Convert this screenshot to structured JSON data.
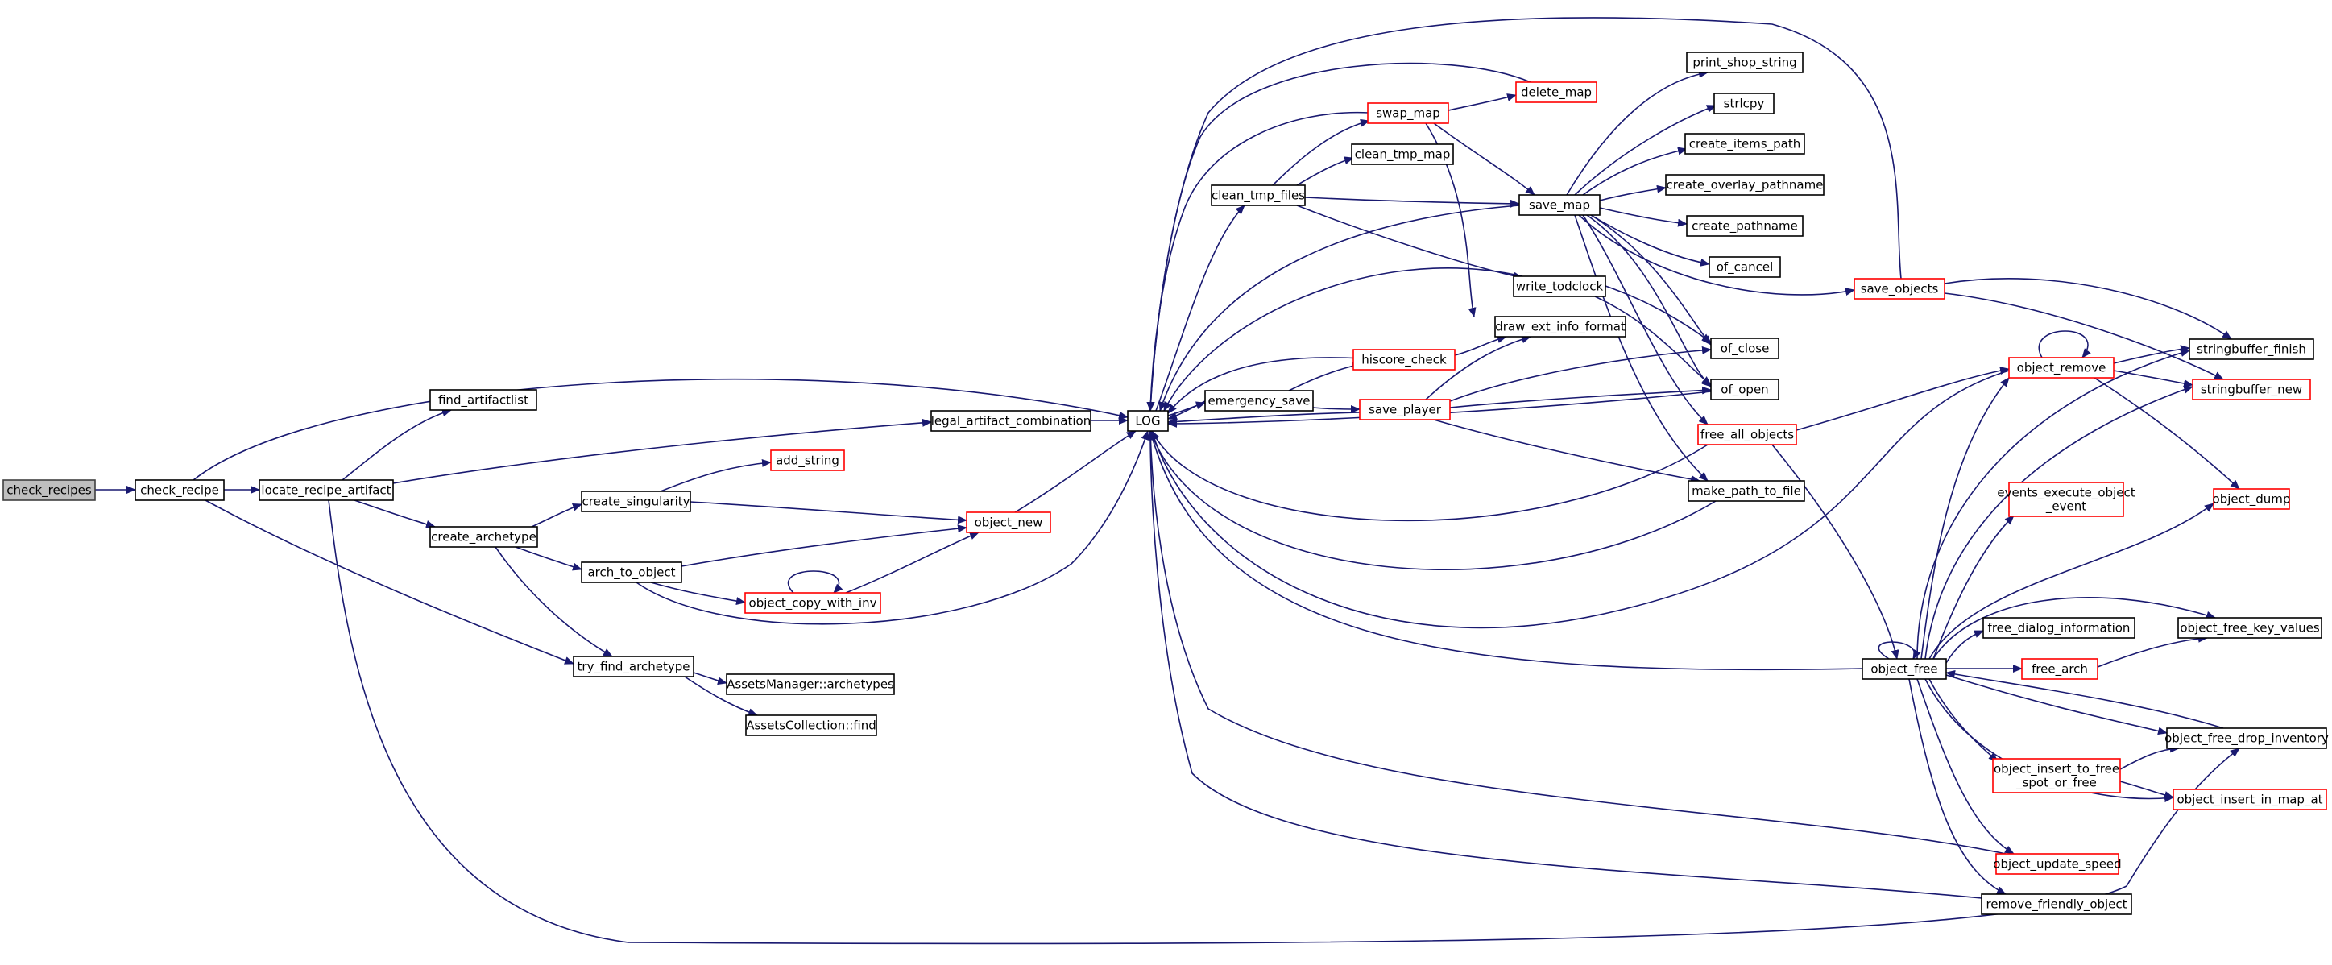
{
  "diagram": {
    "colors": {
      "edge": "#191970",
      "node_border_black": "#000000",
      "node_border_red": "#ff0000",
      "node_fill": "#ffffff",
      "root_fill": "#bfbfbf",
      "root_border": "#404040"
    },
    "nodes": [
      {
        "id": "check_recipes",
        "label": "check_recipes",
        "style": "root"
      },
      {
        "id": "check_recipe",
        "label": "check_recipe",
        "style": "black"
      },
      {
        "id": "locate_recipe_artifact",
        "label": "locate_recipe_artifact",
        "style": "black"
      },
      {
        "id": "try_find_archetype",
        "label": "try_find_archetype",
        "style": "black"
      },
      {
        "id": "LOG",
        "label": "LOG",
        "style": "black"
      },
      {
        "id": "find_artifactlist",
        "label": "find_artifactlist",
        "style": "black"
      },
      {
        "id": "create_archetype",
        "label": "create_archetype",
        "style": "black"
      },
      {
        "id": "legal_artifact_combination",
        "label": "legal_artifact_combination",
        "style": "black"
      },
      {
        "id": "object_free_drop_inventory",
        "label": "object_free_drop_inventory",
        "style": "black"
      },
      {
        "id": "create_singularity",
        "label": "create_singularity",
        "style": "black"
      },
      {
        "id": "arch_to_object",
        "label": "arch_to_object",
        "style": "black"
      },
      {
        "id": "add_string",
        "label": "add_string",
        "style": "red"
      },
      {
        "id": "object_new",
        "label": "object_new",
        "style": "red"
      },
      {
        "id": "object_copy_with_inv",
        "label": "object_copy_with_inv",
        "style": "red"
      },
      {
        "id": "assets_archetypes",
        "label": "AssetsManager::archetypes",
        "style": "black"
      },
      {
        "id": "assets_find",
        "label": "AssetsCollection::find",
        "style": "black"
      },
      {
        "id": "clean_tmp_files",
        "label": "clean_tmp_files",
        "style": "black"
      },
      {
        "id": "emergency_save",
        "label": "emergency_save",
        "style": "black"
      },
      {
        "id": "swap_map",
        "label": "swap_map",
        "style": "red"
      },
      {
        "id": "clean_tmp_map",
        "label": "clean_tmp_map",
        "style": "black"
      },
      {
        "id": "delete_map",
        "label": "delete_map",
        "style": "red"
      },
      {
        "id": "save_map",
        "label": "save_map",
        "style": "black"
      },
      {
        "id": "write_todclock",
        "label": "write_todclock",
        "style": "black"
      },
      {
        "id": "hiscore_check",
        "label": "hiscore_check",
        "style": "red"
      },
      {
        "id": "save_player",
        "label": "save_player",
        "style": "red"
      },
      {
        "id": "draw_ext_info_format",
        "label": "draw_ext_info_format",
        "style": "black"
      },
      {
        "id": "print_shop_string",
        "label": "print_shop_string",
        "style": "black"
      },
      {
        "id": "strlcpy",
        "label": "strlcpy",
        "style": "black"
      },
      {
        "id": "create_items_path",
        "label": "create_items_path",
        "style": "black"
      },
      {
        "id": "create_overlay_pathname",
        "label": "create_overlay_pathname",
        "style": "black"
      },
      {
        "id": "create_pathname",
        "label": "create_pathname",
        "style": "black"
      },
      {
        "id": "of_cancel",
        "label": "of_cancel",
        "style": "black"
      },
      {
        "id": "save_objects",
        "label": "save_objects",
        "style": "red"
      },
      {
        "id": "of_close",
        "label": "of_close",
        "style": "black"
      },
      {
        "id": "of_open",
        "label": "of_open",
        "style": "black"
      },
      {
        "id": "free_all_objects",
        "label": "free_all_objects",
        "style": "red"
      },
      {
        "id": "make_path_to_file",
        "label": "make_path_to_file",
        "style": "black"
      },
      {
        "id": "object_free",
        "label": "object_free",
        "style": "black"
      },
      {
        "id": "remove_friendly_object",
        "label": "remove_friendly_object",
        "style": "black"
      },
      {
        "id": "object_remove",
        "label": "object_remove",
        "style": "red"
      },
      {
        "id": "events_execute_object_event",
        "label": "events_execute_object\n_event",
        "style": "red"
      },
      {
        "id": "free_dialog_information",
        "label": "free_dialog_information",
        "style": "black"
      },
      {
        "id": "free_arch",
        "label": "free_arch",
        "style": "red"
      },
      {
        "id": "object_insert_to_free_spot_or_free",
        "label": "object_insert_to_free\n_spot_or_free",
        "style": "red"
      },
      {
        "id": "object_update_speed",
        "label": "object_update_speed",
        "style": "red"
      },
      {
        "id": "stringbuffer_finish",
        "label": "stringbuffer_finish",
        "style": "black"
      },
      {
        "id": "stringbuffer_new",
        "label": "stringbuffer_new",
        "style": "red"
      },
      {
        "id": "object_dump",
        "label": "object_dump",
        "style": "red"
      },
      {
        "id": "object_free_key_values",
        "label": "object_free_key_values",
        "style": "black"
      },
      {
        "id": "object_insert_in_map_at",
        "label": "object_insert_in_map_at",
        "style": "red"
      }
    ],
    "edges": [
      {
        "from": "check_recipes",
        "to": "check_recipe"
      },
      {
        "from": "check_recipe",
        "to": "LOG"
      },
      {
        "from": "check_recipe",
        "to": "locate_recipe_artifact"
      },
      {
        "from": "check_recipe",
        "to": "try_find_archetype"
      },
      {
        "from": "locate_recipe_artifact",
        "to": "find_artifactlist"
      },
      {
        "from": "locate_recipe_artifact",
        "to": "legal_artifact_combination"
      },
      {
        "from": "locate_recipe_artifact",
        "to": "create_archetype"
      },
      {
        "from": "locate_recipe_artifact",
        "to": "object_free_drop_inventory"
      },
      {
        "from": "create_archetype",
        "to": "create_singularity"
      },
      {
        "from": "create_archetype",
        "to": "arch_to_object"
      },
      {
        "from": "create_archetype",
        "to": "try_find_archetype"
      },
      {
        "from": "create_singularity",
        "to": "add_string"
      },
      {
        "from": "create_singularity",
        "to": "object_new"
      },
      {
        "from": "arch_to_object",
        "to": "object_new"
      },
      {
        "from": "arch_to_object",
        "to": "object_copy_with_inv"
      },
      {
        "from": "arch_to_object",
        "to": "LOG"
      },
      {
        "from": "object_copy_with_inv",
        "to": "object_copy_with_inv"
      },
      {
        "from": "object_copy_with_inv",
        "to": "object_new"
      },
      {
        "from": "object_new",
        "to": "LOG"
      },
      {
        "from": "try_find_archetype",
        "to": "assets_archetypes"
      },
      {
        "from": "try_find_archetype",
        "to": "assets_find"
      },
      {
        "from": "legal_artifact_combination",
        "to": "LOG"
      },
      {
        "from": "LOG",
        "to": "clean_tmp_files"
      },
      {
        "from": "LOG",
        "to": "emergency_save"
      },
      {
        "from": "emergency_save",
        "to": "LOG"
      },
      {
        "from": "emergency_save",
        "to": "hiscore_check"
      },
      {
        "from": "emergency_save",
        "to": "save_player"
      },
      {
        "from": "clean_tmp_files",
        "to": "swap_map"
      },
      {
        "from": "clean_tmp_files",
        "to": "clean_tmp_map"
      },
      {
        "from": "clean_tmp_files",
        "to": "save_map"
      },
      {
        "from": "clean_tmp_files",
        "to": "write_todclock"
      },
      {
        "from": "swap_map",
        "to": "delete_map"
      },
      {
        "from": "swap_map",
        "to": "save_map"
      },
      {
        "from": "swap_map",
        "to": "draw_ext_info_format"
      },
      {
        "from": "swap_map",
        "to": "LOG"
      },
      {
        "from": "delete_map",
        "to": "LOG"
      },
      {
        "from": "save_map",
        "to": "print_shop_string"
      },
      {
        "from": "save_map",
        "to": "strlcpy"
      },
      {
        "from": "save_map",
        "to": "create_items_path"
      },
      {
        "from": "save_map",
        "to": "create_overlay_pathname"
      },
      {
        "from": "save_map",
        "to": "create_pathname"
      },
      {
        "from": "save_map",
        "to": "of_cancel"
      },
      {
        "from": "save_map",
        "to": "save_objects"
      },
      {
        "from": "save_map",
        "to": "of_close"
      },
      {
        "from": "save_map",
        "to": "of_open"
      },
      {
        "from": "save_map",
        "to": "free_all_objects"
      },
      {
        "from": "save_map",
        "to": "make_path_to_file"
      },
      {
        "from": "save_map",
        "to": "LOG"
      },
      {
        "from": "write_todclock",
        "to": "of_close"
      },
      {
        "from": "write_todclock",
        "to": "of_open"
      },
      {
        "from": "write_todclock",
        "to": "LOG"
      },
      {
        "from": "hiscore_check",
        "to": "draw_ext_info_format"
      },
      {
        "from": "hiscore_check",
        "to": "LOG"
      },
      {
        "from": "save_player",
        "to": "draw_ext_info_format"
      },
      {
        "from": "save_player",
        "to": "of_close"
      },
      {
        "from": "save_player",
        "to": "of_open"
      },
      {
        "from": "save_player",
        "to": "make_path_to_file"
      },
      {
        "from": "save_player",
        "to": "LOG"
      },
      {
        "from": "save_objects",
        "to": "stringbuffer_finish"
      },
      {
        "from": "save_objects",
        "to": "stringbuffer_new"
      },
      {
        "from": "save_objects",
        "to": "LOG"
      },
      {
        "from": "of_open",
        "to": "LOG"
      },
      {
        "from": "free_all_objects",
        "to": "object_remove"
      },
      {
        "from": "free_all_objects",
        "to": "object_free"
      },
      {
        "from": "free_all_objects",
        "to": "LOG"
      },
      {
        "from": "make_path_to_file",
        "to": "LOG"
      },
      {
        "from": "object_remove",
        "to": "object_remove"
      },
      {
        "from": "object_remove",
        "to": "stringbuffer_finish"
      },
      {
        "from": "object_remove",
        "to": "stringbuffer_new"
      },
      {
        "from": "object_remove",
        "to": "object_dump"
      },
      {
        "from": "object_remove",
        "to": "LOG"
      },
      {
        "from": "object_free",
        "to": "object_free"
      },
      {
        "from": "object_free",
        "to": "object_remove"
      },
      {
        "from": "object_free",
        "to": "events_execute_object_event"
      },
      {
        "from": "object_free",
        "to": "free_dialog_information"
      },
      {
        "from": "object_free",
        "to": "free_arch"
      },
      {
        "from": "object_free",
        "to": "object_free_drop_inventory"
      },
      {
        "from": "object_free",
        "to": "object_insert_to_free_spot_or_free"
      },
      {
        "from": "object_free",
        "to": "object_update_speed"
      },
      {
        "from": "object_free",
        "to": "remove_friendly_object"
      },
      {
        "from": "object_free",
        "to": "object_free_key_values"
      },
      {
        "from": "object_free",
        "to": "object_insert_in_map_at"
      },
      {
        "from": "object_free",
        "to": "object_dump"
      },
      {
        "from": "object_free",
        "to": "stringbuffer_finish"
      },
      {
        "from": "object_free",
        "to": "stringbuffer_new"
      },
      {
        "from": "object_free",
        "to": "LOG"
      },
      {
        "from": "free_arch",
        "to": "object_free_key_values"
      },
      {
        "from": "object_free_drop_inventory",
        "to": "object_free"
      },
      {
        "from": "object_insert_to_free_spot_or_free",
        "to": "object_free_drop_inventory"
      },
      {
        "from": "object_insert_to_free_spot_or_free",
        "to": "object_insert_in_map_at"
      },
      {
        "from": "object_update_speed",
        "to": "LOG"
      },
      {
        "from": "remove_friendly_object",
        "to": "LOG"
      }
    ]
  }
}
